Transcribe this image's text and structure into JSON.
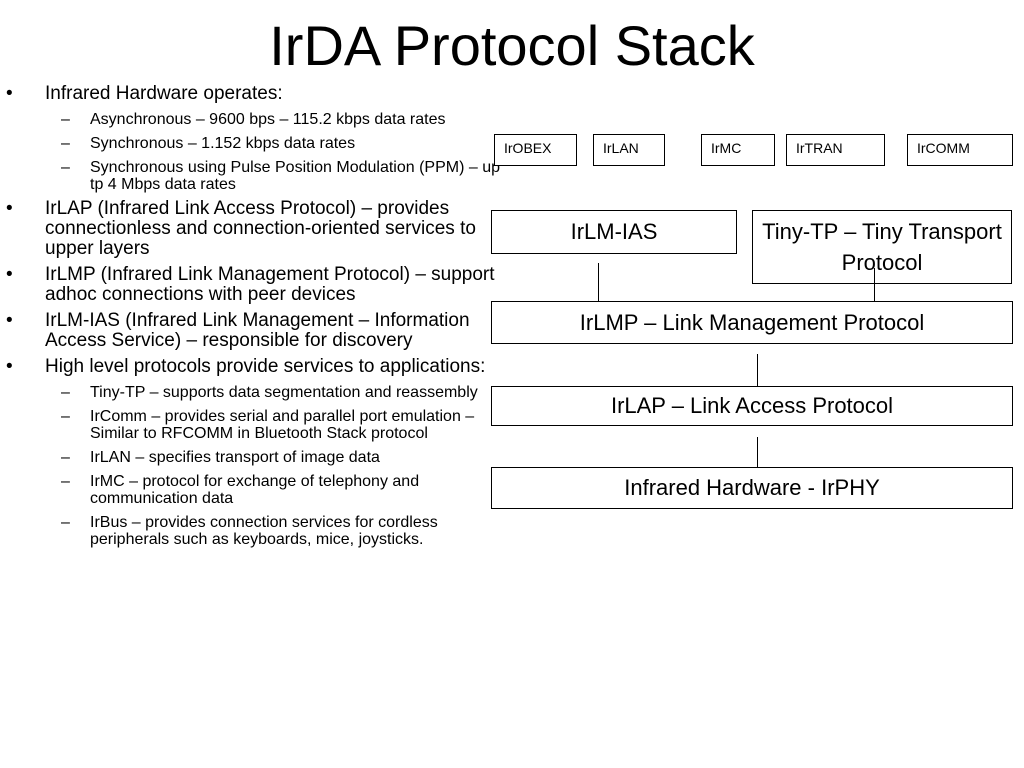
{
  "title": "IrDA Protocol Stack",
  "bullets": [
    {
      "text": "Infrared Hardware operates:",
      "sub": [
        "Asynchronous – 9600 bps – 115.2 kbps data rates",
        "Synchronous – 1.152 kbps data rates",
        "Synchronous using Pulse Position Modulation (PPM) – up tp 4 Mbps data rates"
      ]
    },
    {
      "text": "IrLAP (Infrared Link Access Protocol) – provides connectionless and connection-oriented services to upper layers",
      "sub": []
    },
    {
      "text": "IrLMP (Infrared Link Management Protocol) – support adhoc connections with peer devices",
      "sub": []
    },
    {
      "text": "IrLM-IAS (Infrared Link Management – Information Access Service) – responsible for discovery",
      "sub": []
    },
    {
      "text": "High level protocols provide services to applications:",
      "sub": [
        "Tiny-TP – supports data segmentation and reassembly",
        "IrComm – provides serial and parallel port emulation – Similar to RFCOMM in Bluetooth Stack protocol",
        "IrLAN – specifies transport of image data",
        "IrMC – protocol for exchange of telephony and communication data",
        "IrBus – provides connection services for cordless peripherals such as keyboards, mice, joysticks."
      ]
    }
  ],
  "diagram": {
    "top_protocols": [
      "IrOBEX",
      "IrLAN",
      "IrMC",
      "IrTRAN",
      "IrCOMM"
    ],
    "irlm_ias": "IrLM-IAS",
    "tiny_tp": "Tiny-TP – Tiny Transport Protocol",
    "irlmp": "IrLMP – Link Management Protocol",
    "irlap": "IrLAP – Link Access Protocol",
    "irphy": "Infrared Hardware - IrPHY"
  }
}
